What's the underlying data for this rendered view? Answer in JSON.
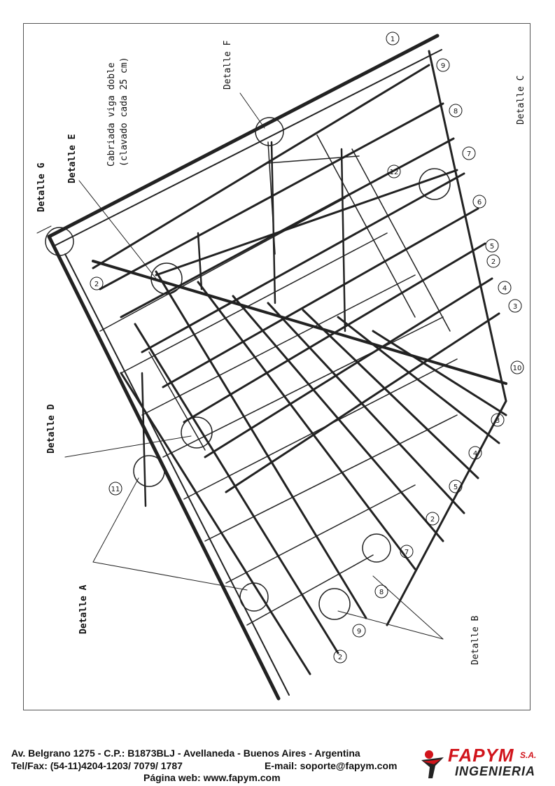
{
  "labels": {
    "detalle_a": "Detalle A",
    "detalle_b": "Detalle B",
    "detalle_c": "Detalle C",
    "detalle_d": "Detalle D",
    "detalle_e": "Detalle E",
    "detalle_f": "Detalle F",
    "detalle_g": "Detalle G",
    "note_line1": "Cabriada  viga doble",
    "note_line2": "(clavado cada 25 cm)"
  },
  "numbers": [
    "1",
    "9",
    "8",
    "7",
    "6",
    "5",
    "4",
    "3",
    "10",
    "2",
    "11",
    "12",
    "2",
    "9",
    "8",
    "7",
    "2",
    "5",
    "4",
    "3",
    "2"
  ],
  "footer": {
    "address": "Av. Belgrano 1275 - C.P.: B1873BLJ - Avellaneda - Buenos Aires - Argentina",
    "phone": "Tel/Fax: (54-11)4204-1203/ 7079/ 1787",
    "email": "E-mail: soporte@fapym.com",
    "web": "Página web: www.fapym.com"
  },
  "logo": {
    "brand": "FAPYM",
    "suffix": "S.A.",
    "tagline": "INGENIERIA",
    "color": "#d1141b"
  }
}
